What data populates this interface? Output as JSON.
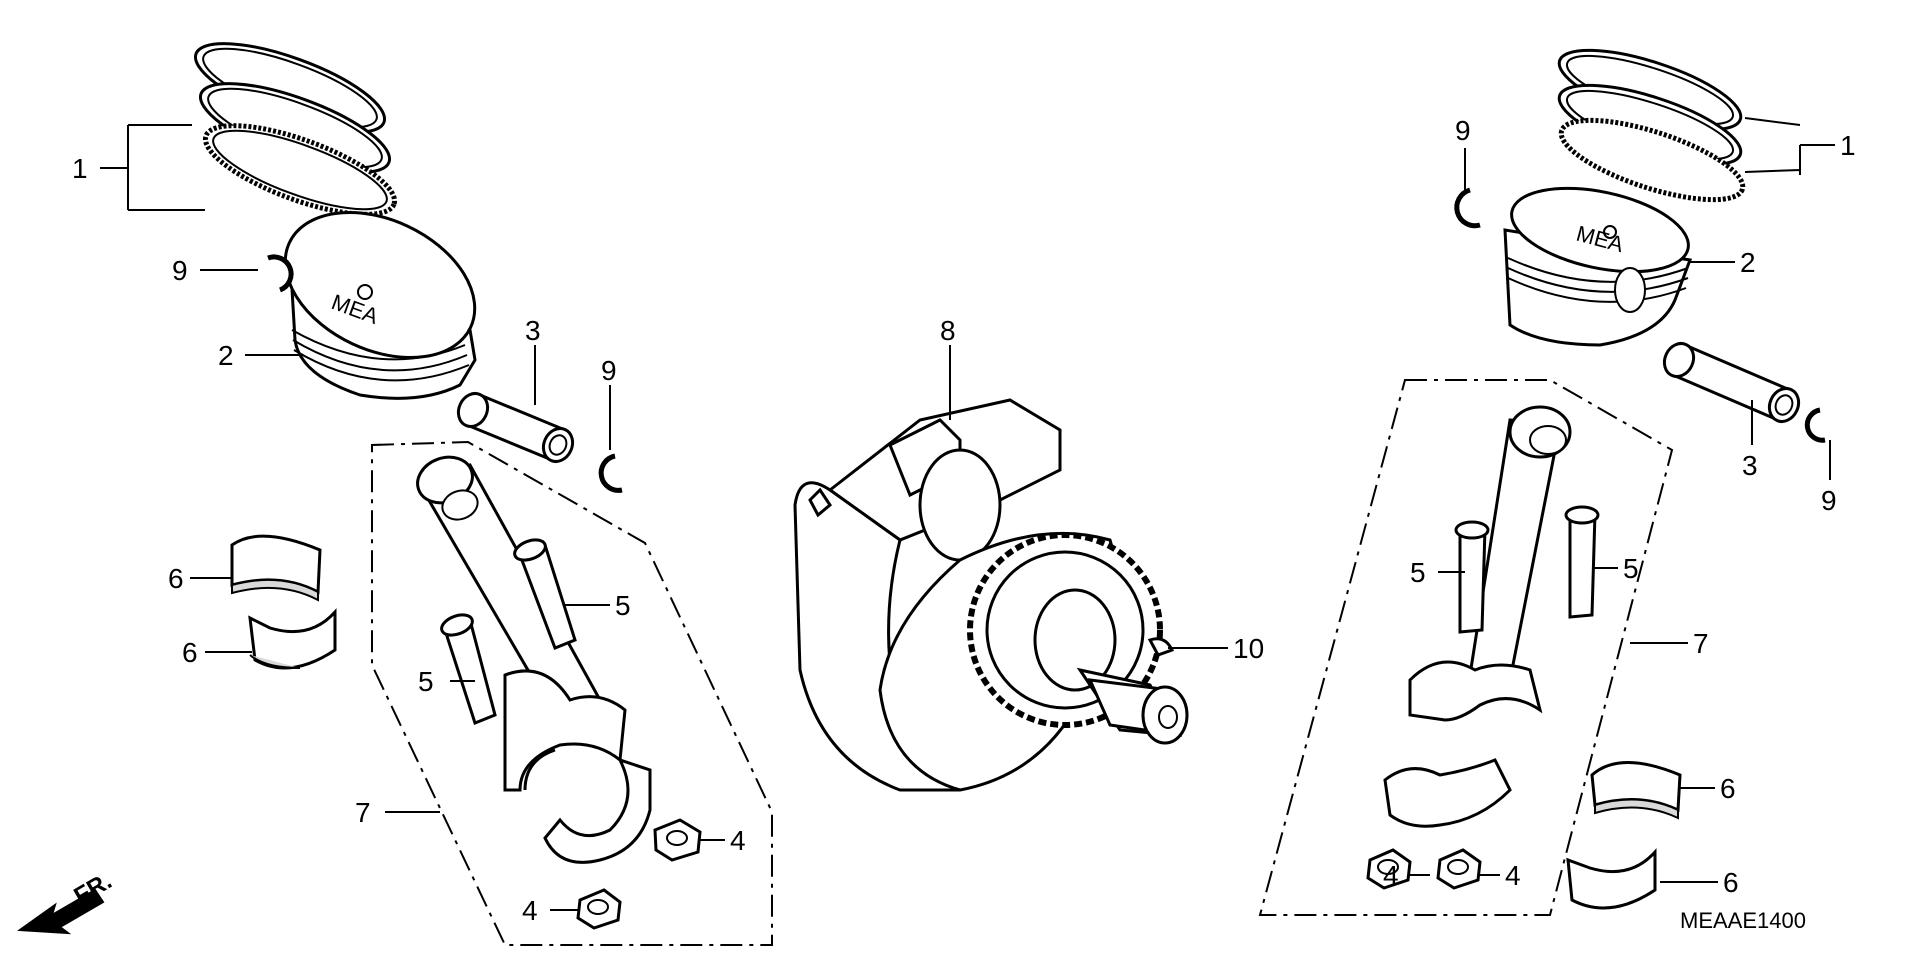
{
  "diagram": {
    "reference_code": "MEAAE1400",
    "direction_label": "FR.",
    "piston_mark": "MEA",
    "callouts": {
      "c1": "1",
      "c2": "2",
      "c3": "3",
      "c4": "4",
      "c5": "5",
      "c6": "6",
      "c7": "7",
      "c8": "8",
      "c9": "9",
      "c10": "10"
    },
    "parts": [
      {
        "number": "1",
        "icon": "piston-ring-set-icon"
      },
      {
        "number": "2",
        "icon": "piston-icon"
      },
      {
        "number": "3",
        "icon": "piston-pin-icon"
      },
      {
        "number": "4",
        "icon": "nut-icon"
      },
      {
        "number": "5",
        "icon": "bolt-icon"
      },
      {
        "number": "6",
        "icon": "bearing-shell-icon"
      },
      {
        "number": "7",
        "icon": "connecting-rod-icon"
      },
      {
        "number": "8",
        "icon": "crankshaft-icon"
      },
      {
        "number": "9",
        "icon": "pin-clip-icon"
      },
      {
        "number": "10",
        "icon": "woodruff-key-icon"
      }
    ]
  }
}
